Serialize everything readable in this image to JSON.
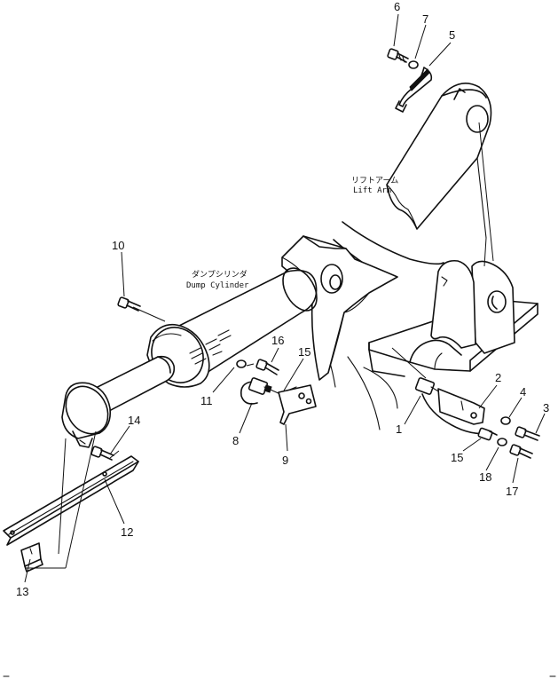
{
  "labels": {
    "lift_arm_jp": "リフトアーム",
    "lift_arm_en": "Lift Arm",
    "dump_cylinder_jp": "ダンプシリンダ",
    "dump_cylinder_en": "Dump Cylinder"
  },
  "callouts": {
    "p1": "1",
    "p2": "2",
    "p3": "3",
    "p4": "4",
    "p5": "5",
    "p6": "6",
    "p7": "7",
    "p8": "8",
    "p9": "9",
    "p10": "10",
    "p11": "11",
    "p12": "12",
    "p13": "13",
    "p14": "14",
    "p15a": "15",
    "p15b": "15",
    "p16": "16",
    "p17": "17",
    "p18": "18"
  }
}
